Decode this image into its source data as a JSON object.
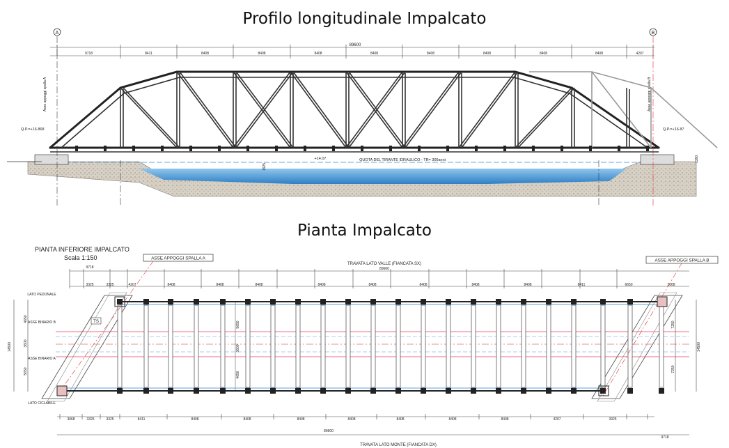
{
  "titles": {
    "profile": "Profilo longitudinale Impalcato",
    "plan": "Pianta Impalcato"
  },
  "profile": {
    "grid_a": "A",
    "grid_b": "B",
    "total_span": "89600",
    "spans": [
      "9718",
      "8411",
      "8408",
      "8408",
      "8408",
      "8408",
      "8408",
      "8408",
      "8408",
      "8408",
      "4207"
    ],
    "level_left": "Q.P.=+16.868",
    "level_right": "Q.P.=+16.87",
    "water_level": "+14.07",
    "water_note": "QUOTA DEL TIRANTE IDRAULICO - TR= 300anni",
    "axis_left": "Asse appoggi spalla A",
    "axis_right": "Asse appoggi spalla B",
    "clearance": "1925",
    "height_right": "1360"
  },
  "plan": {
    "heading": "PIANTA INFERIORE IMPALCATO",
    "scale": "Scala 1:150",
    "axis_a": "ASSE APPOGGI SPALLA A",
    "axis_b": "ASSE APPOGGI SPALLA B",
    "top_beam": "TRAVATA LATO VALLE (FIANCATA SX)",
    "bottom_beam": "TRAVATA LATO MONTE (FIANCATA DX)",
    "total_top": "89600",
    "total_bottom": "89600",
    "skew_dim": "9718",
    "skew_dim_right": "9718",
    "top_spans": [
      "3325",
      "3325",
      "4207",
      "8408",
      "8408",
      "8408",
      "8408",
      "8408",
      "8408",
      "8408",
      "8408",
      "8411",
      "6650",
      "3068"
    ],
    "bottom_spans": [
      "3068",
      "3325",
      "3325",
      "8411",
      "8408",
      "8408",
      "8408",
      "8408",
      "8408",
      "8408",
      "8408",
      "4207",
      "3325"
    ],
    "left_labels": {
      "pedestrian": "LATO PEDONALE",
      "track_b": "ASSE BINARIO B",
      "track_a": "ASSE BINARIO A",
      "cycle": "LATO CICLABILE"
    },
    "dims_left": [
      "4650",
      "3600",
      "5650"
    ],
    "width_left": "14500",
    "width_right": "14500",
    "dims_right": [
      "7250",
      "7250"
    ],
    "mid_dims": [
      "5650",
      "3600",
      "4650"
    ],
    "mark": "TS"
  }
}
